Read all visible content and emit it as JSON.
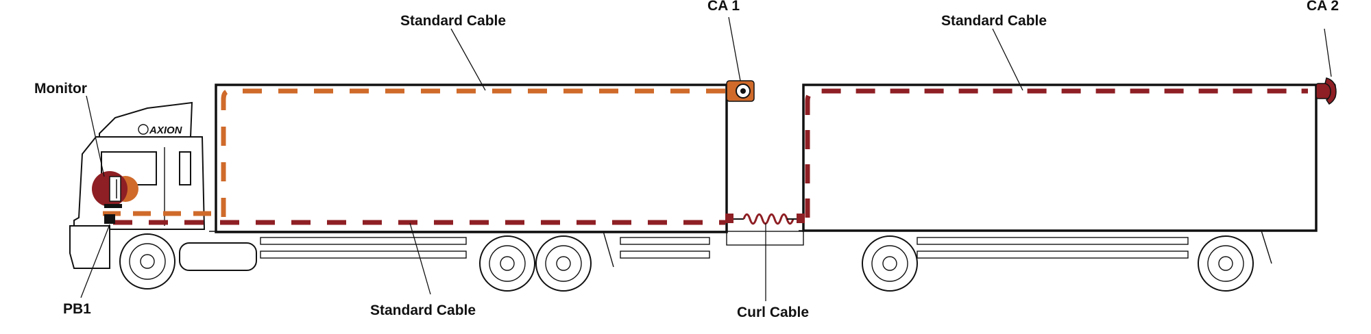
{
  "labels": {
    "monitor": "Monitor",
    "pb1": "PB1",
    "standard_cable_top_1": "Standard Cable",
    "standard_cable_bottom": "Standard Cable",
    "standard_cable_top_2": "Standard Cable",
    "ca1": "CA 1",
    "ca2": "CA 2",
    "curl_cable": "Curl Cable"
  },
  "truck_logo": "AXION",
  "colors": {
    "cable_orange": "#cf6a2a",
    "cable_red": "#8e1f24",
    "outline": "#111111"
  }
}
